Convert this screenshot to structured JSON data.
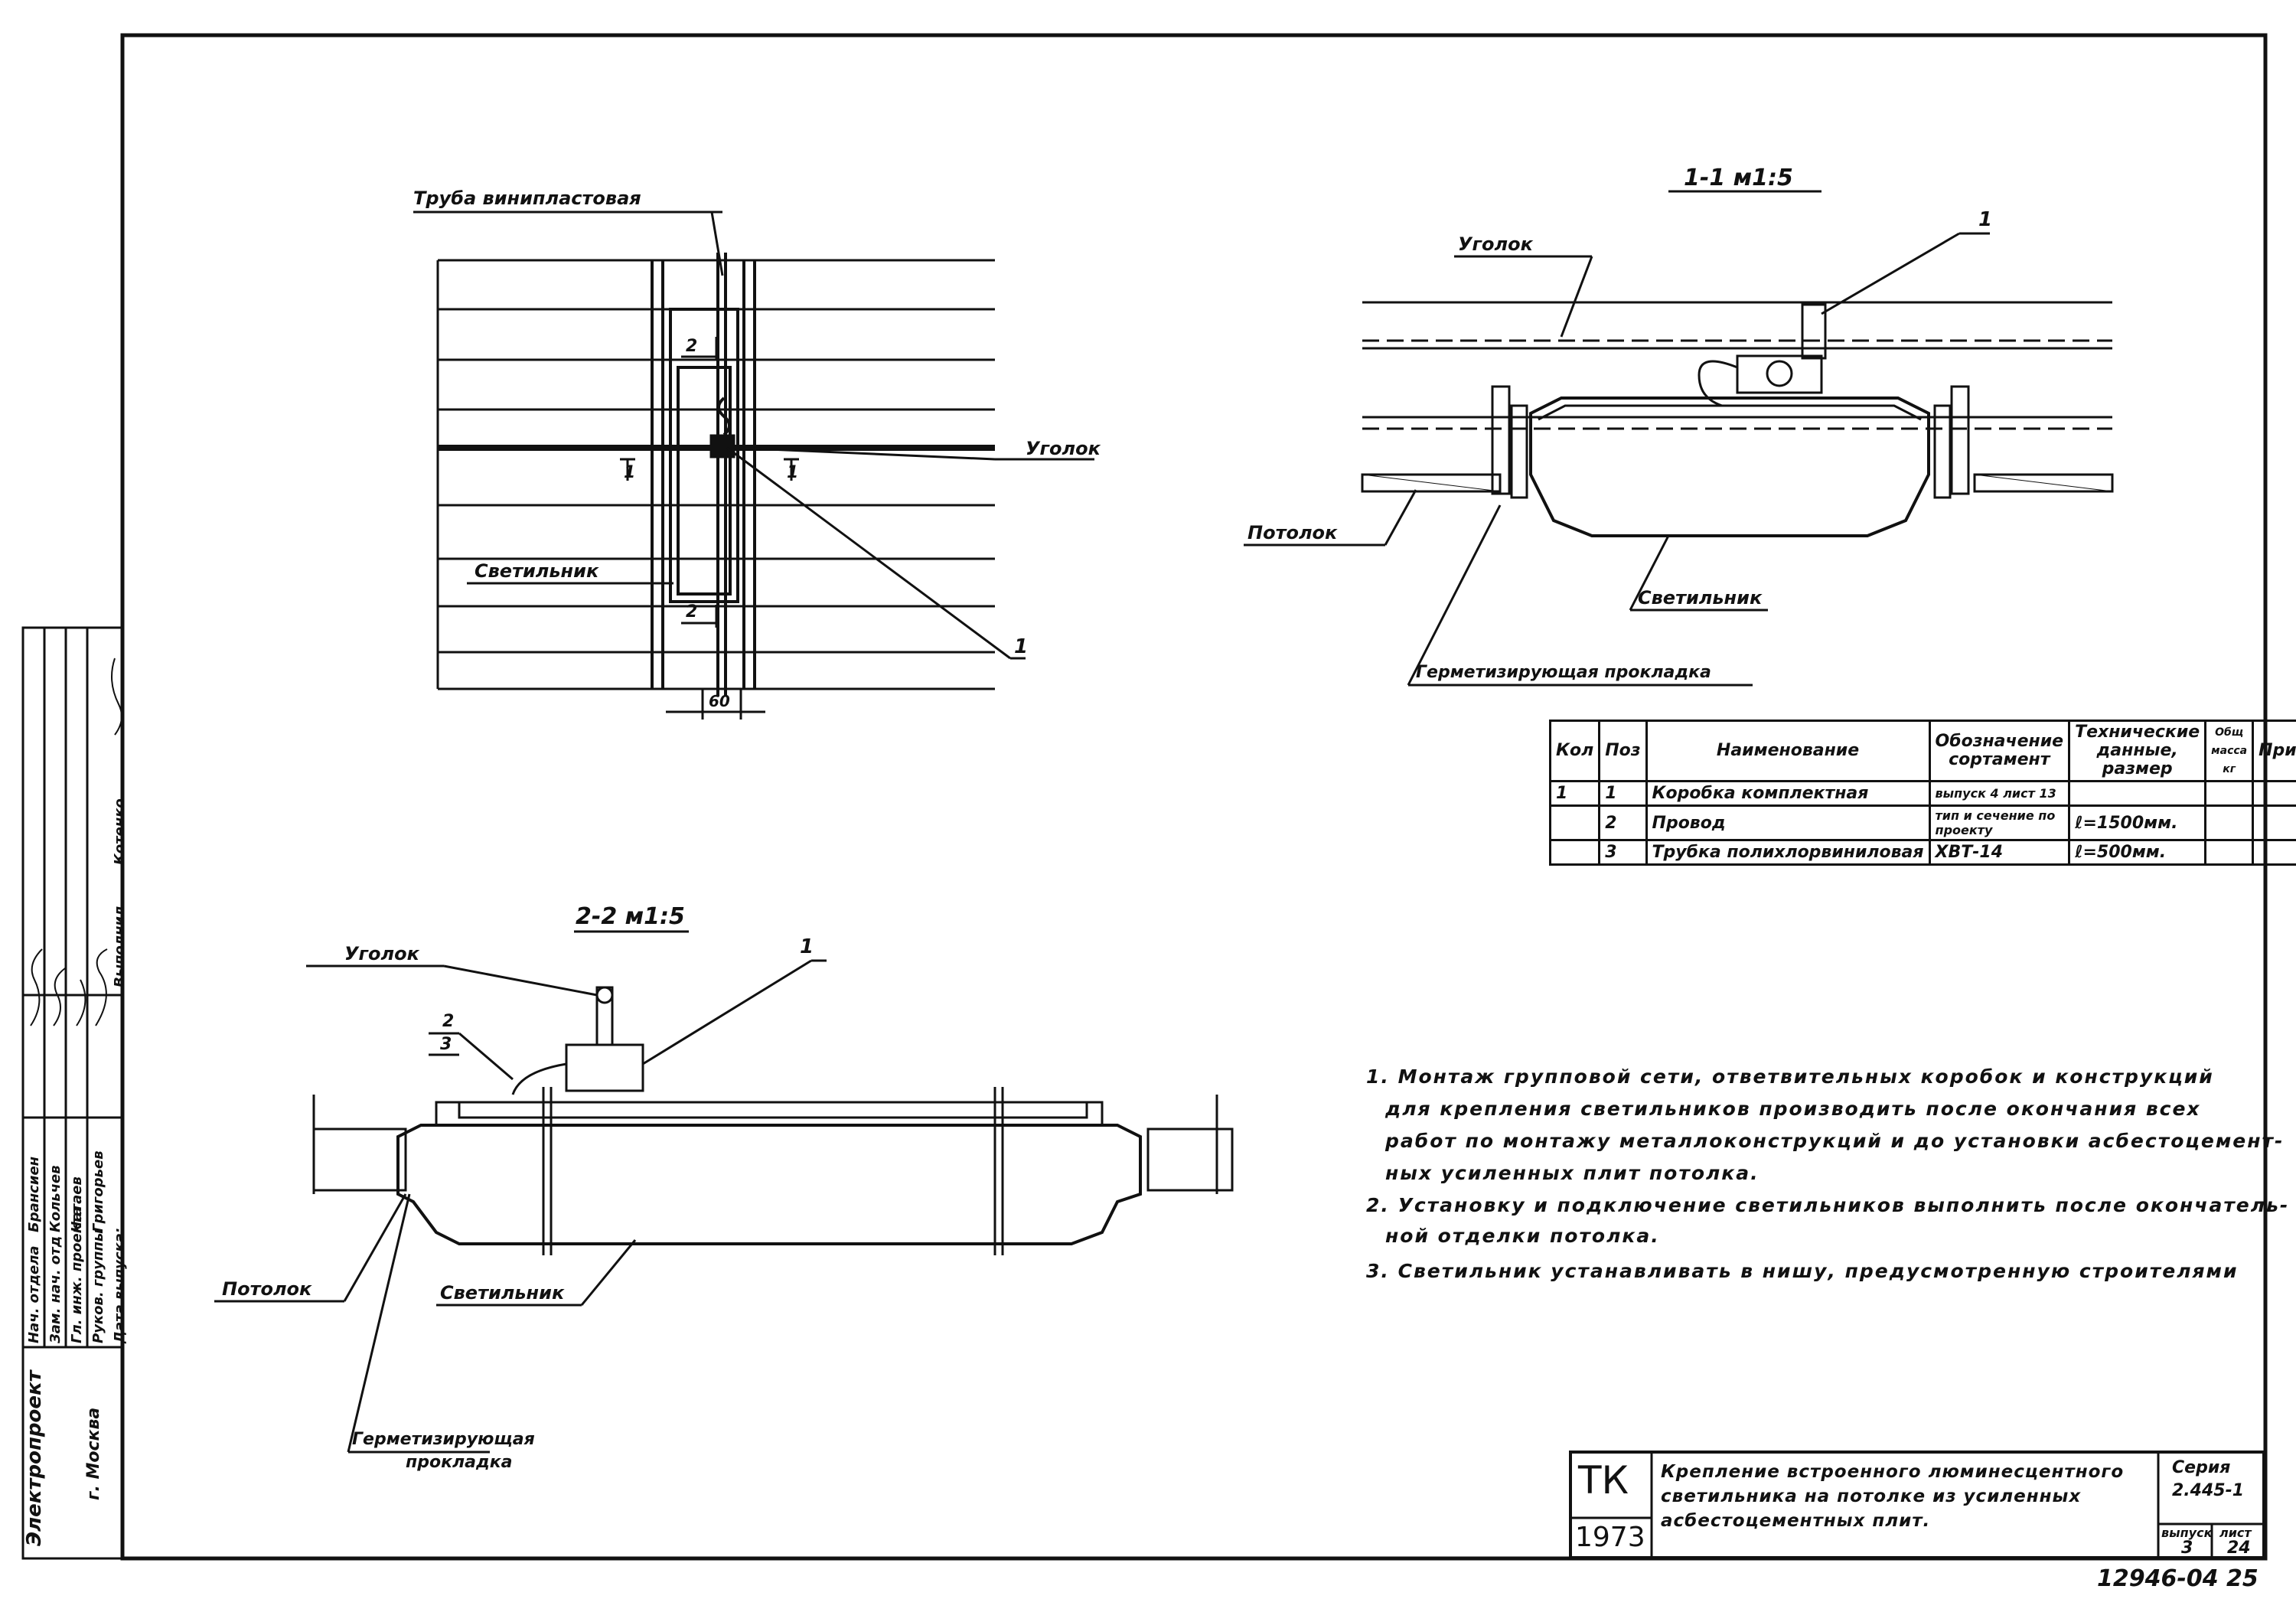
{
  "plan_view": {
    "label_pipe": "Труба винипластовая",
    "label_angle": "Уголок",
    "label_lamp": "Светильник",
    "callout": "1",
    "section_mark_1": "1",
    "section_mark_2": "2",
    "dimension": "60"
  },
  "section_1_1": {
    "title": "1-1  м1:5",
    "label_angle": "Уголок",
    "callout": "1",
    "label_ceiling": "Потолок",
    "label_lamp": "Светильник",
    "label_gasket": "Герметизирующая прокладка"
  },
  "section_2_2": {
    "title": "2-2  м1:5",
    "label_angle": "Уголок",
    "callout": "1",
    "pos_2": "2",
    "pos_3": "3",
    "label_ceiling": "Потолок",
    "label_lamp": "Светильник",
    "label_gasket_1": "Герметизирующая",
    "label_gasket_2": "прокладка"
  },
  "spec_table": {
    "headers": [
      "Кол",
      "Поз",
      "Наименование",
      "Обозначение сортамент",
      "Технические данные, размер",
      "Общ масса кг",
      "Примеч"
    ],
    "rows": [
      {
        "qty": "1",
        "pos": "1",
        "name": "Коробка комплектная",
        "designation": "выпуск 4 лист 13",
        "tech": "",
        "mass": "",
        "note": ""
      },
      {
        "qty": "",
        "pos": "2",
        "name": "Провод",
        "designation": "тип и сечение по проекту",
        "tech": "ℓ=1500мм.",
        "mass": "",
        "note": ""
      },
      {
        "qty": "",
        "pos": "3",
        "name": "Трубка полихлорвиниловая",
        "designation": "ХВТ-14",
        "tech": "ℓ=500мм.",
        "mass": "",
        "note": ""
      }
    ]
  },
  "notes": {
    "n1_l1": "1. Монтаж групповой сети, ответвительных коробок и конструкций",
    "n1_l2": "для крепления светильников производить после окончания всех",
    "n1_l3": "работ по монтажу металлоконструкций и до установки асбестоцемент-",
    "n1_l4": "ных усиленных плит потолка.",
    "n2_l1": "2. Установку и подключение светильников выполнить после окончатель-",
    "n2_l2": "ной отделки потолка.",
    "n3_l1": "3. Светильник устанавливать в нишу, предусмотренную строителями"
  },
  "left_stamp": {
    "org": "Электропроект",
    "city": "г. Москва",
    "roles": [
      "Нач. отдела",
      "Зам. нач. отд",
      "Гл. инж. проекта",
      "Руков. группы",
      "Дата выпуска:"
    ],
    "names": [
      "Брансиен",
      "Кольчев",
      "Чатаев",
      "Григорьев",
      ""
    ],
    "performed_label": "Выполнил",
    "performed_name": "Котенко"
  },
  "title_block": {
    "code_top": "ТК",
    "code_year": "1973",
    "title_l1": "Крепление встроенного люминесцентного",
    "title_l2": "светильника на потолке из усиленных",
    "title_l3": "асбестоцементных плит.",
    "series_label": "Серия",
    "series_value": "2.445-1",
    "issue_label": "выпуск",
    "issue_value": "3",
    "sheet_label": "лист",
    "sheet_value": "24"
  },
  "footer_number": "12946-04  25"
}
